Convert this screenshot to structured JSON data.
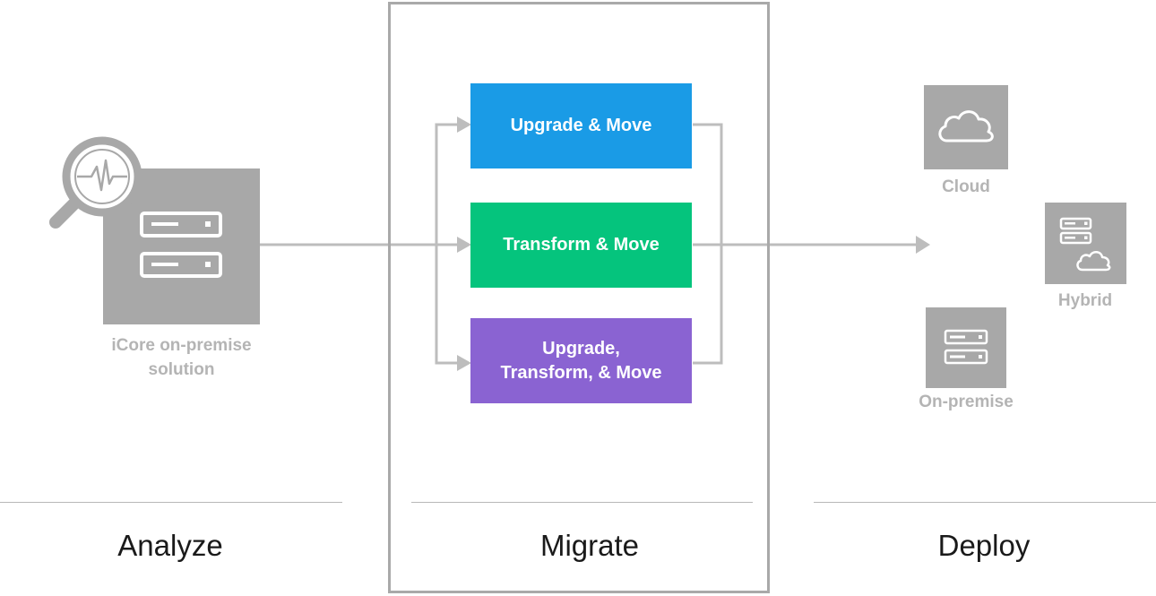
{
  "analyze": {
    "caption": "iCore on-premise solution",
    "stage_label": "Analyze"
  },
  "migrate": {
    "stage_label": "Migrate",
    "options": [
      {
        "label": "Upgrade & Move",
        "color": "#1a9be6"
      },
      {
        "label": "Transform & Move",
        "color": "#05c47d"
      },
      {
        "label": "Upgrade, Transform, & Move",
        "color": "#8a63d2"
      }
    ]
  },
  "deploy": {
    "stage_label": "Deploy",
    "targets": [
      {
        "label": "Cloud"
      },
      {
        "label": "Hybrid"
      },
      {
        "label": "On-premise"
      }
    ]
  },
  "colors": {
    "connector": "#b8b8b8",
    "icon_fill": "#a8a8a8",
    "frame": "#a9a9a9",
    "label_gray": "#b4b4b4"
  }
}
